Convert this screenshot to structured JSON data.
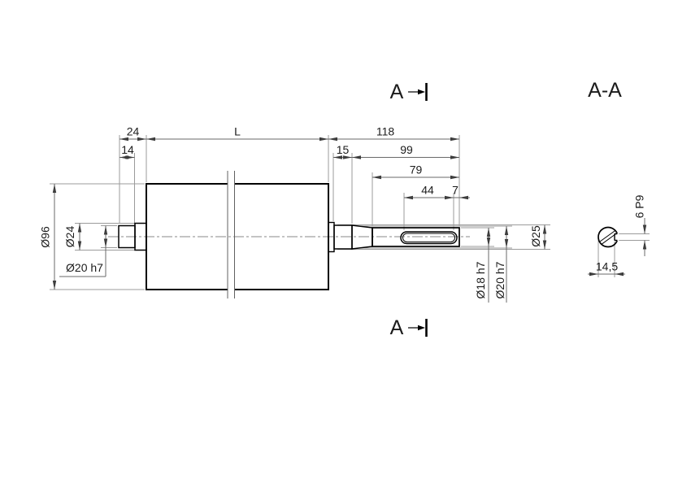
{
  "drawing": {
    "kind": "technical-drawing-shaft",
    "colors": {
      "background": "#ffffff",
      "outline": "#000000",
      "dimension_line": "#6a6a6a",
      "extension_line": "#9b9b9b",
      "text": "#1c1c1c"
    },
    "main_view": {
      "dim_24": "24",
      "dim_L": "L",
      "dim_118": "118",
      "dim_14": "14",
      "dim_15": "15",
      "dim_99": "99",
      "dim_79": "79",
      "dim_44": "44",
      "dim_7": "7",
      "dia_96": "Ø96",
      "dia_24": "Ø24",
      "dia_20_left": "Ø20 h7",
      "dia_18_right": "Ø18 h7",
      "dia_20_right": "Ø20 h7",
      "dia_25": "Ø25",
      "section_arrow_top": "A",
      "section_arrow_bottom": "A"
    },
    "section_view": {
      "title": "A-A",
      "key_width": "6 P9",
      "key_depth": "14,5"
    }
  }
}
